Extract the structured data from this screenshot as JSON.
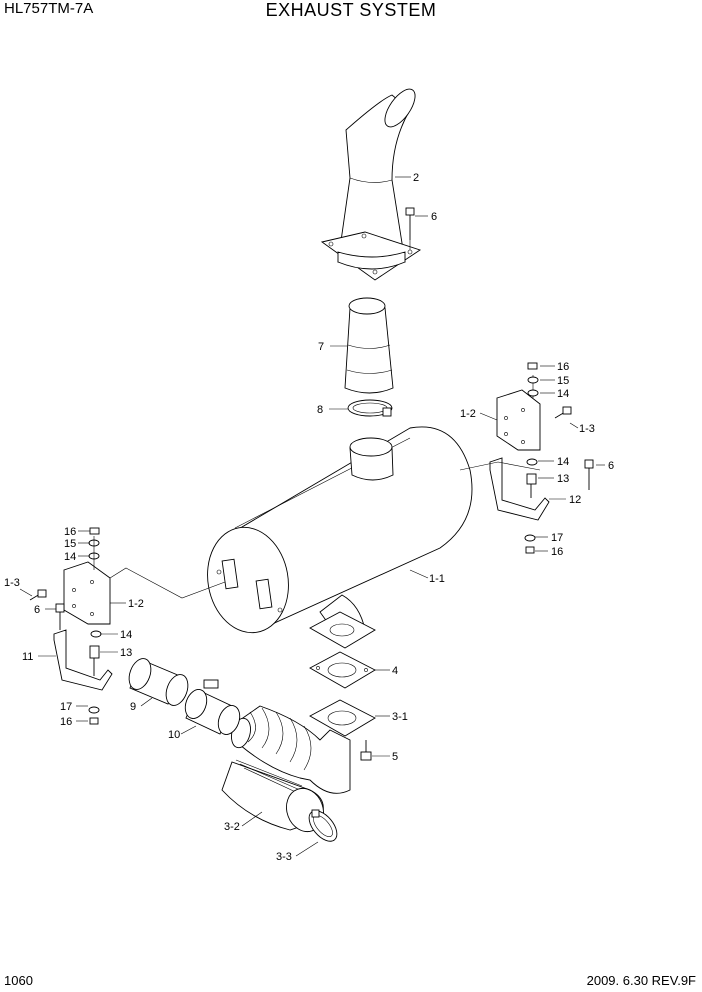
{
  "header": {
    "model": "HL757TM-7A",
    "title": "EXHAUST SYSTEM"
  },
  "footer": {
    "page": "1060",
    "revision": "2009. 6.30  REV.9F"
  },
  "callouts": {
    "c2": "2",
    "c6a": "6",
    "c7": "7",
    "c8": "8",
    "c16a": "16",
    "c15a": "15",
    "c14a": "14",
    "c12a": "1-2",
    "c13a": "1-3",
    "c14b": "14",
    "c6b": "6",
    "c13b": "13",
    "c12": "12",
    "c17a": "17",
    "c16b": "16",
    "c11": "1-1",
    "c16c": "16",
    "c15b": "15",
    "c14c": "14",
    "c13c": "1-3",
    "c6c": "6",
    "c12b": "1-2",
    "c14d": "14",
    "c13d": "13",
    "c11b": "11",
    "c17b": "17",
    "c16d": "16",
    "c4": "4",
    "c31": "3-1",
    "c5": "5",
    "c9": "9",
    "c10": "10",
    "c32": "3-2",
    "c33": "3-3"
  }
}
